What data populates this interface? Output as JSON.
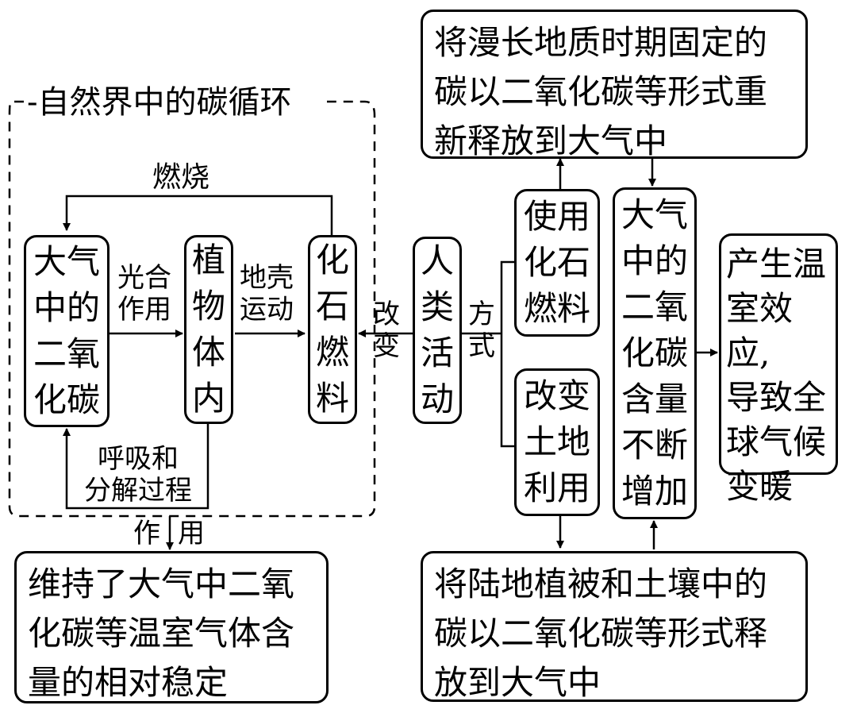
{
  "cycle": {
    "title": "-自然界中的碳循环",
    "atmosphere_co2": [
      "大气",
      "中的",
      "二氧",
      "化碳"
    ],
    "plants": [
      "植",
      "物",
      "体",
      "内"
    ],
    "fossil_fuel": [
      "化",
      "石",
      "燃",
      "料"
    ],
    "edge_burning": "燃烧",
    "edge_photosynthesis": [
      "光合",
      "作用"
    ],
    "edge_crust": [
      "地壳",
      "运动"
    ],
    "edge_respiration": [
      "呼吸和",
      "分解过程"
    ],
    "effect_label": [
      "作",
      "用"
    ],
    "effect_result": "维持了大气中二氧化碳等温室气体含量的相对稳定"
  },
  "human": {
    "box": [
      "人",
      "类",
      "活",
      "动"
    ],
    "change_label": [
      "改",
      "变"
    ],
    "method_label": [
      "方",
      "式"
    ],
    "use_fossil": [
      "使用",
      "化石",
      "燃料"
    ],
    "change_land": [
      "改变",
      "土地",
      "利用"
    ],
    "release_geologic": "将漫长地质时期固定的碳以二氧化碳等形式重新释放到大气中",
    "release_land": "将陆地植被和土壤中的碳以二氧化碳等形式释放到大气中",
    "co2_increase": [
      "大气",
      "中的",
      "二氧",
      "化碳",
      "含量",
      "不断",
      "增加"
    ],
    "result": [
      "产生温",
      "室效应,",
      "导致全",
      "球气候",
      "变暖"
    ]
  }
}
